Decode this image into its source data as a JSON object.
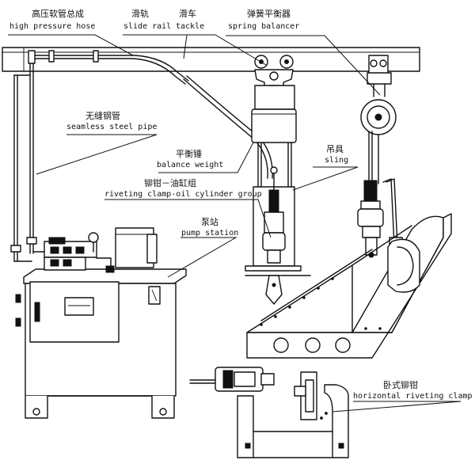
{
  "labels": {
    "high_pressure_hose": {
      "zh": "高压软管总成",
      "en": "high pressure hose"
    },
    "slide_rail": {
      "zh": "滑轨",
      "en": "slide rail"
    },
    "tackle": {
      "zh": "滑车",
      "en": "tackle"
    },
    "spring_balancer": {
      "zh": "弹簧平衡器",
      "en": "spring balancer"
    },
    "seamless_steel_pipe": {
      "zh": "无缝钢管",
      "en": "seamless steel pipe"
    },
    "balance_weight": {
      "zh": "平衡锤",
      "en": "balance weight"
    },
    "sling": {
      "zh": "吊具",
      "en": "sling"
    },
    "riveting_clamp": {
      "zh": "铆钳－油缸组",
      "en": "riveting clamp-oil cylinder group"
    },
    "pump_station": {
      "zh": "泵站",
      "en": "pump station"
    },
    "horizontal_riveting_clamp": {
      "zh": "卧式铆钳",
      "en": "horizontal riveting clamp"
    }
  },
  "colors": {
    "line": "#111111",
    "background": "#ffffff"
  }
}
